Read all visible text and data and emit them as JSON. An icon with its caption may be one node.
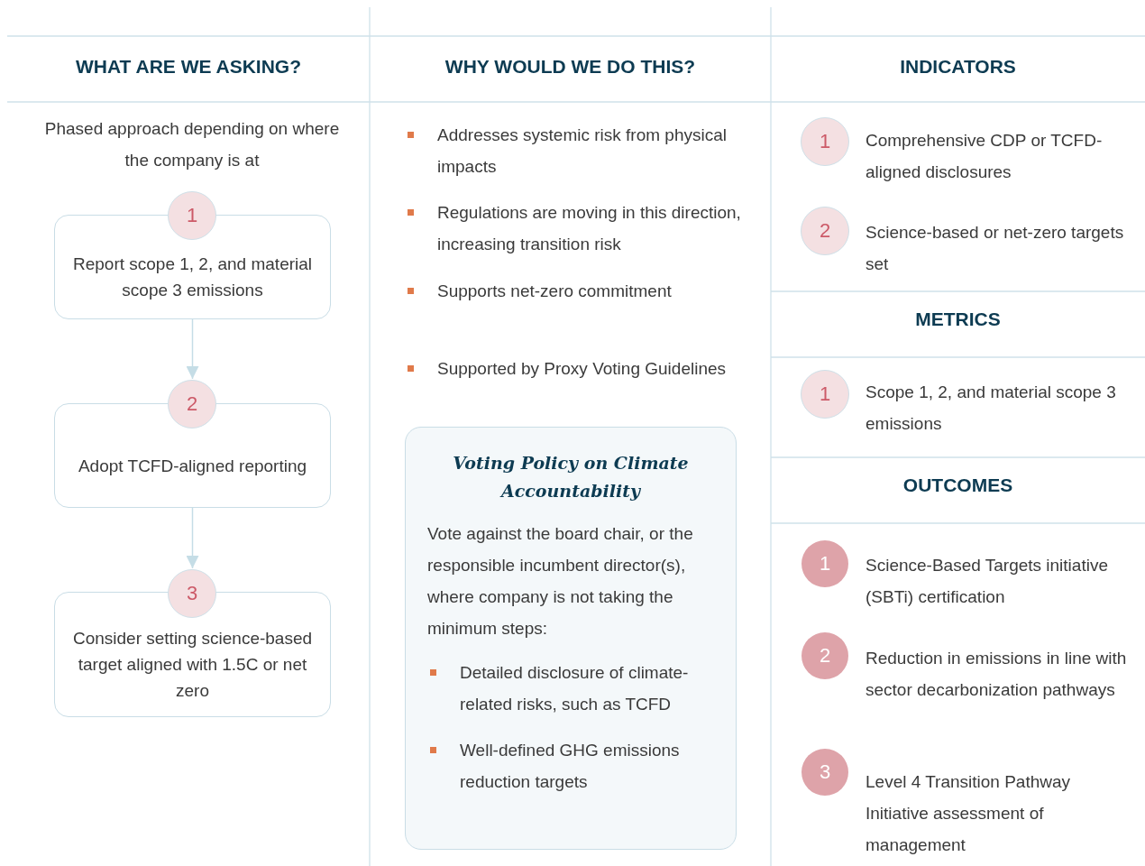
{
  "diagram": {
    "nodes": [
      {
        "text": [
          "1"
        ]
      },
      {
        "text": [
          "Report scope 1, 2, and material scope 3 emissions"
        ]
      },
      {
        "text": [
          "2"
        ]
      },
      {
        "text": [
          "Adopt TCFD-aligned reporting"
        ]
      },
      {
        "text": [
          "3"
        ]
      },
      {
        "text": [
          "Consider setting science-based target aligned with 1.5C or net zero"
        ]
      },
      {
        "text": [
          "Voting Policy on Climate Accountability",
          "Vote against the board chair, or the responsible incumbent director(s), where company is not taking the minimum steps:",
          "Detailed disclosure of climate-related risks, such as TCFD",
          "Well-defined GHG emissions reduction targets"
        ]
      },
      {
        "text": [
          "1"
        ],
        "beside": [
          "Comprehensive CDP or TCFD-aligned disclosures"
        ]
      },
      {
        "text": [
          "2"
        ],
        "beside": [
          "Science-based or net-zero targets set"
        ]
      },
      {
        "text": [
          "1"
        ],
        "beside": [
          "Scope 1, 2, and material scope 3 emissions"
        ]
      },
      {
        "text": [
          "1"
        ],
        "beside": [
          "Science-Based Targets initiative (SBTi) certification"
        ]
      },
      {
        "text": [
          "2"
        ],
        "beside": [
          "Reduction in emissions in line with sector decarbonization pathways"
        ]
      },
      {
        "text": [
          "3"
        ],
        "beside": [
          "Level 4 Transition Pathway Initiative assessment of management"
        ]
      }
    ],
    "edges": [
      {
        "from": 1,
        "to": 2,
        "arrow": "to"
      },
      {
        "from": 3,
        "to": 4,
        "arrow": "to"
      }
    ],
    "labels": [
      "WHAT ARE WE ASKING?",
      "WHY WOULD WE DO THIS?",
      "INDICATORS",
      "Phased approach depending on where the company is at",
      "Addresses systemic risk from physical impacts",
      "Regulations are moving in this direction, increasing transition risk",
      "Supports net-zero commitment",
      "Supported by Proxy Voting Guidelines",
      "METRICS",
      "OUTCOMES"
    ]
  }
}
